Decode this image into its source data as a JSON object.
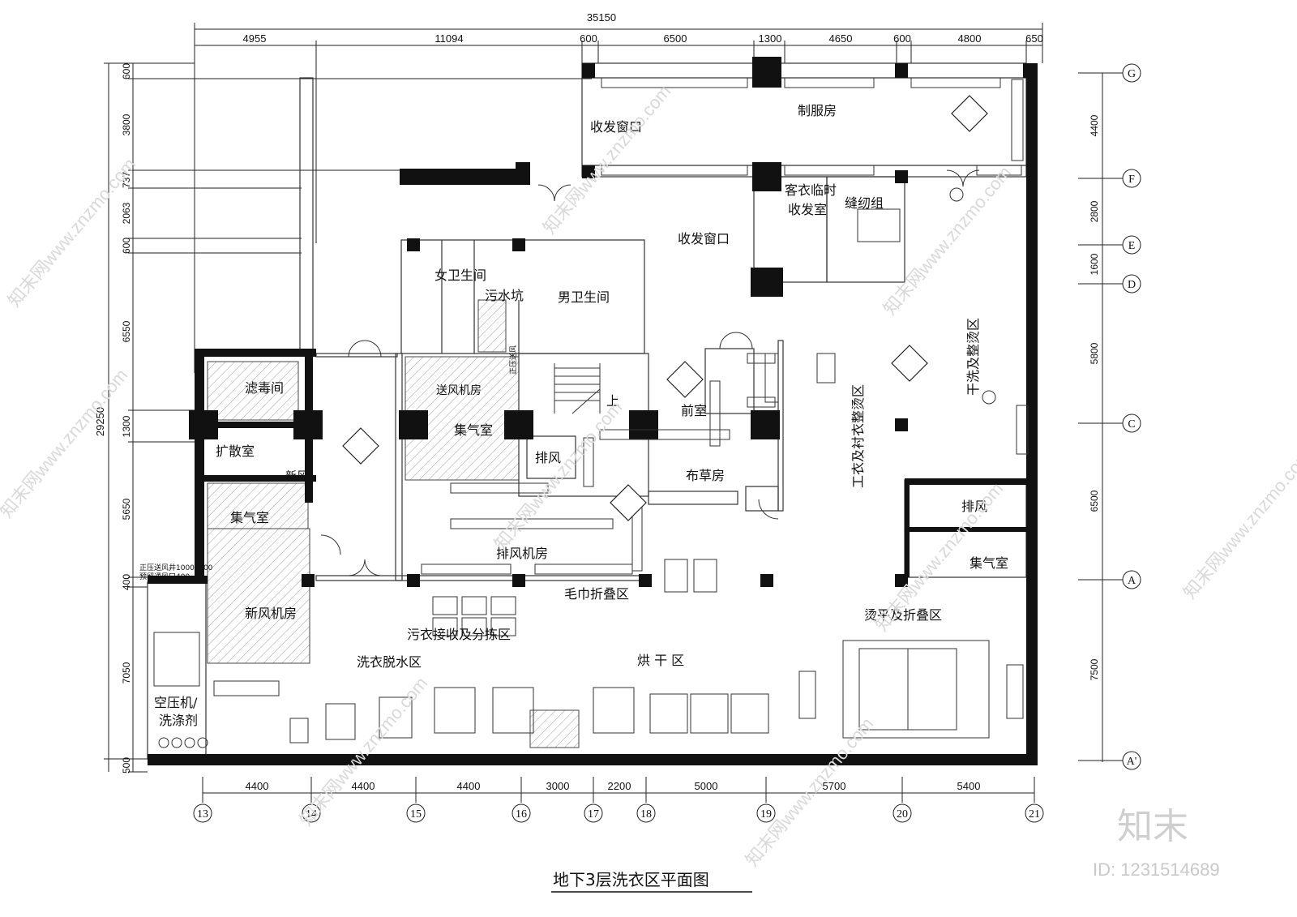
{
  "title": "地下3层洗衣区平面图",
  "overall_width_dim": "35150",
  "overall_height_dim": "29250",
  "top_dims": [
    "4955",
    "11094",
    "600",
    "6500",
    "1300",
    "4650",
    "600",
    "4800",
    "650"
  ],
  "bottom_dims": [
    "4400",
    "4400",
    "4400",
    "3000",
    "2200",
    "5000",
    "5700",
    "5400"
  ],
  "left_dims": [
    "600",
    "3800",
    "737",
    "2063",
    "600",
    "6550",
    "1300",
    "5650",
    "400",
    "7050",
    "500"
  ],
  "right_dims": [
    "4400",
    "2800",
    "1600",
    "5800",
    "6500",
    "7500"
  ],
  "bottom_axes": [
    "13",
    "14",
    "15",
    "16",
    "17",
    "18",
    "19",
    "20",
    "21"
  ],
  "right_axes": [
    "G",
    "F",
    "E",
    "D",
    "C",
    "A",
    "A'"
  ],
  "rooms": {
    "uniform": "制服房",
    "window1": "收发窗口",
    "window2": "收发窗口",
    "guest_temp": "客衣临时",
    "guest_temp2": "收发室",
    "sewing": "缝纫组",
    "women_wc": "女卫生间",
    "sewage": "污水坑",
    "men_wc": "男卫生间",
    "filter": "滤毒间",
    "supply_fan": "送风机房",
    "stair_up": "上",
    "anteroom": "前室",
    "diffuse": "扩散室",
    "gas_collect1": "集气室",
    "fresh_air": "新风",
    "exhaust1": "排风",
    "linen": "布草房",
    "gas_collect2": "集气室",
    "exhaust_fan": "排风机房",
    "towel": "毛巾折叠区",
    "exhaust2": "排风",
    "gas_collect3": "集气室",
    "fresh_air_room": "新风机房",
    "dirty_sort": "污衣接收及分拣区",
    "wash": "洗衣脱水区",
    "dry": "烘 干 区",
    "iron": "烫平及折叠区",
    "compressor": "空压机/",
    "detergent": "洗涤剂",
    "work_uniform": "工衣及衬衣整烫区",
    "dry_clean": "干洗及整烫区",
    "duct_label1": "正压送风",
    "duct_label2": "正压送风井1000x100",
    "duct_label3": "预留通风口400"
  },
  "watermark": "知末网www.znzmo.com",
  "logo_text": "知末",
  "id_text": "ID: 1231514689"
}
